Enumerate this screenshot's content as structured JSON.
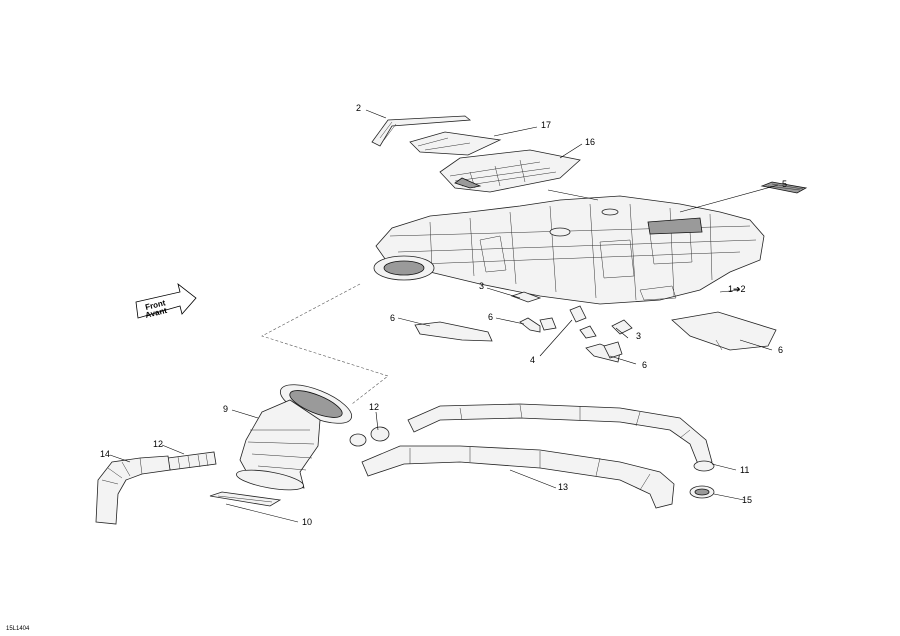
{
  "diagram": {
    "ref_code": "15L1404",
    "arrow_label_1": "Front",
    "arrow_label_2": "Avant",
    "callouts": [
      {
        "id": "c2",
        "text": "2"
      },
      {
        "id": "c17",
        "text": "17"
      },
      {
        "id": "c16",
        "text": "16"
      },
      {
        "id": "c5",
        "text": "5"
      },
      {
        "id": "c1to2",
        "text": "1➔2"
      },
      {
        "id": "c3a",
        "text": "3"
      },
      {
        "id": "c6a",
        "text": "6"
      },
      {
        "id": "c6b",
        "text": "6"
      },
      {
        "id": "c4",
        "text": "4"
      },
      {
        "id": "c3b",
        "text": "3"
      },
      {
        "id": "c6c",
        "text": "6"
      },
      {
        "id": "c6d",
        "text": "6"
      },
      {
        "id": "c9",
        "text": "9"
      },
      {
        "id": "c12a",
        "text": "12"
      },
      {
        "id": "c12b",
        "text": "12"
      },
      {
        "id": "c14",
        "text": "14"
      },
      {
        "id": "c10",
        "text": "10"
      },
      {
        "id": "c13",
        "text": "13"
      },
      {
        "id": "c11",
        "text": "11"
      },
      {
        "id": "c15",
        "text": "15"
      }
    ]
  }
}
